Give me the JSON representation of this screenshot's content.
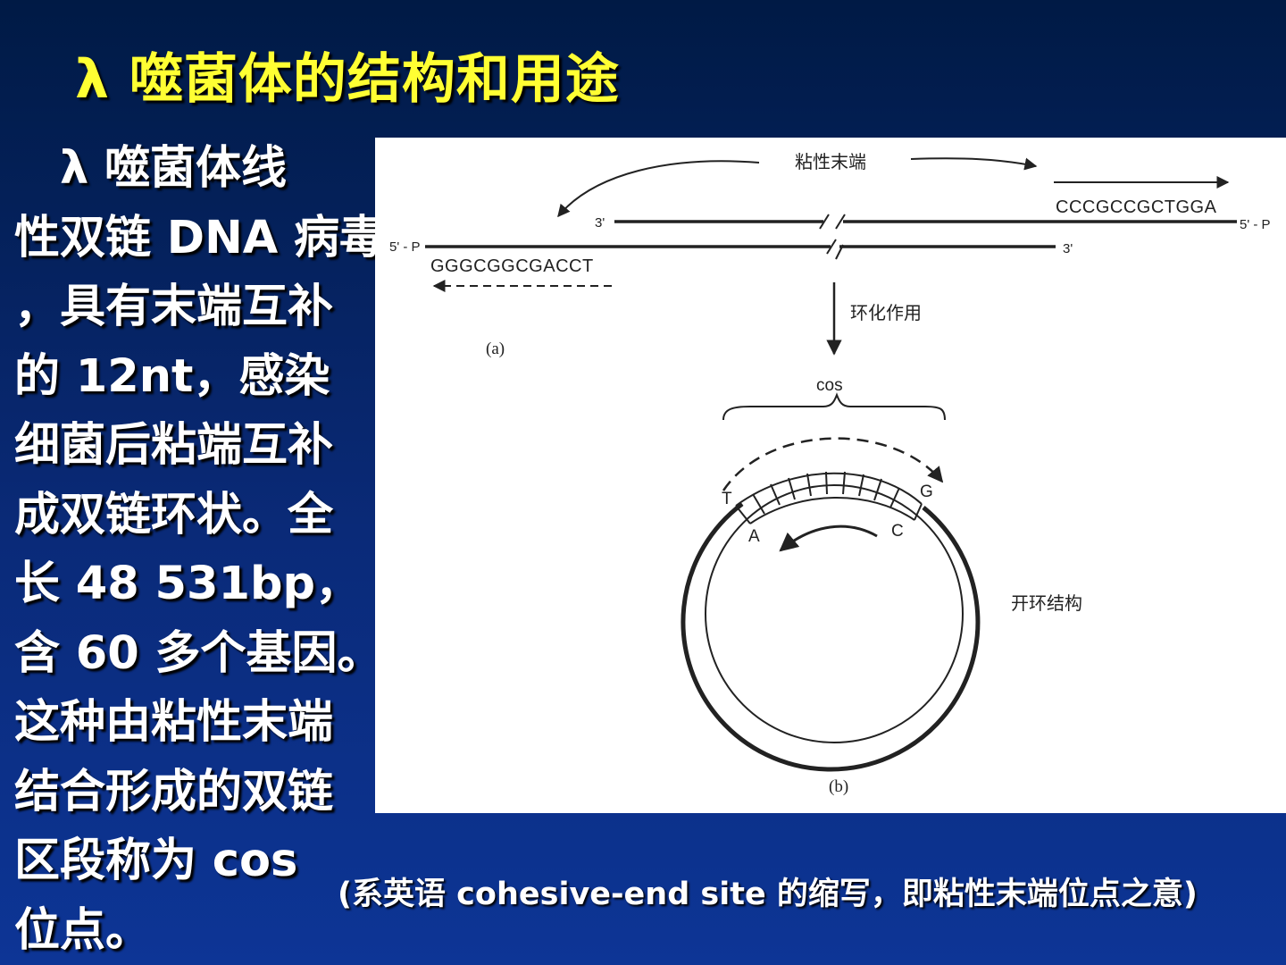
{
  "slide": {
    "title": "λ 噬菌体的结构和用途",
    "body_lines": [
      "　λ 噬菌体线",
      "性双链 DNA 病毒",
      "，具有末端互补",
      "的 12nt，感染",
      "细菌后粘端互补",
      "成双链环状。全",
      "长 48 531bp，",
      "含 60 多个基因。",
      "这种由粘性末端",
      "结合形成的双链",
      "区段称为 cos",
      "位点。"
    ],
    "caption": "(系英语 cohesive-end site 的缩写，即粘性末端位点之意)"
  },
  "figure": {
    "sticky_end_label": "粘性末端",
    "top_seq": "CCCGCCGCTGGA",
    "bottom_seq": "GGGCGGCGACCT",
    "top_left_end": "3'",
    "top_right_end": "5' - P",
    "bottom_left_end": "5' - P",
    "bottom_right_end": "3'",
    "cyclization_label": "环化作用",
    "panel_a": "(a)",
    "cos_label": "cos",
    "base_T": "T",
    "base_G": "G",
    "base_A": "A",
    "base_C": "C",
    "open_circle_label": "开环结构",
    "panel_b": "(b)"
  },
  "colors": {
    "title": "#ffff33",
    "text": "#ffffff",
    "background_top": "#001a45",
    "background_bottom": "#0d3596",
    "figure_bg": "#ffffff"
  }
}
